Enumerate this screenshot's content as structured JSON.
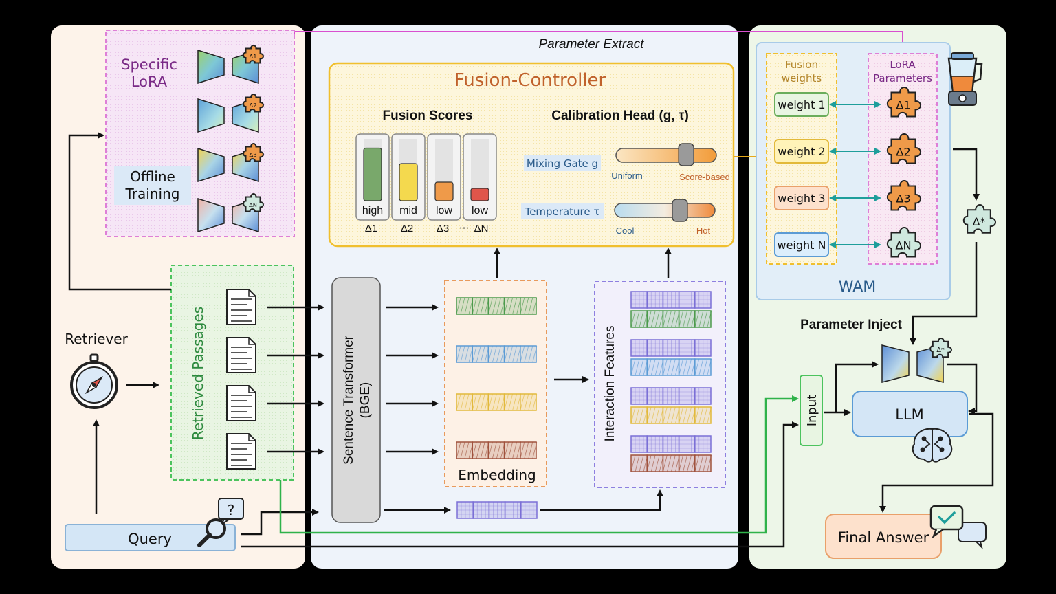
{
  "top_label": "Parameter Extract",
  "left": {
    "specific_lora": [
      "Specific",
      "LoRA"
    ],
    "offline_training": [
      "Offline",
      "Training"
    ],
    "lora_tags": [
      "Δ1",
      "Δ2",
      "Δ3",
      "ΔN"
    ],
    "retriever": "Retriever",
    "retrieved_passages": "Retrieved Passages",
    "query": "Query",
    "query_mark": "?"
  },
  "middle": {
    "fusion_controller": "Fusion-Controller",
    "fusion_scores": "Fusion Scores",
    "bars": [
      {
        "label": "high",
        "delta": "Δ1",
        "level": 0.85,
        "color": "#79a86b"
      },
      {
        "label": "mid",
        "delta": "Δ2",
        "level": 0.6,
        "color": "#f4d94e"
      },
      {
        "label": "low",
        "delta": "Δ3",
        "level": 0.3,
        "color": "#ef9a49"
      },
      {
        "label": "low",
        "delta": "ΔN",
        "level": 0.2,
        "color": "#e0554a"
      }
    ],
    "bar_ellipsis": "···",
    "calibration_head": "Calibration Head (g, τ)",
    "mixing_gate": "Mixing Gate g",
    "uniform": "Uniform",
    "score_based": "Score-based",
    "mixing_level": 0.7,
    "temperature": "Temperature τ",
    "cool": "Cool",
    "hot": "Hot",
    "temperature_level": 0.65,
    "sentence_transformer": [
      "Sentence Transformer",
      "(BGE)"
    ],
    "embedding": "Embedding",
    "interaction_features": "Interaction Features",
    "embedding_colors": [
      "#4c9a4c",
      "#5b9bd5",
      "#e2b93b",
      "#a0523d"
    ],
    "query_embedding_color": "#7b6fd6",
    "interaction_pairs": [
      [
        "#7b6fd6",
        "#4c9a4c"
      ],
      [
        "#7b6fd6",
        "#5b9bd5"
      ],
      [
        "#7b6fd6",
        "#e2b93b"
      ],
      [
        "#7b6fd6",
        "#a0523d"
      ]
    ]
  },
  "right": {
    "fusion_weights": [
      "Fusion",
      "weights"
    ],
    "lora_parameters": [
      "LoRA",
      "Parameters"
    ],
    "weights": [
      {
        "label": "weight 1",
        "bg": "#e8f5e2",
        "border": "#6aad5b",
        "delta": "Δ1"
      },
      {
        "label": "weight 2",
        "bg": "#fff3b8",
        "border": "#e2b93b",
        "delta": "Δ2"
      },
      {
        "label": "weight 3",
        "bg": "#fde1cc",
        "border": "#e9a06a",
        "delta": "Δ3"
      },
      {
        "label": "weight N",
        "bg": "#dceefc",
        "border": "#5b9bd5",
        "delta": "ΔN"
      }
    ],
    "wam": "WAM",
    "delta_star": "Δ*",
    "parameter_inject": "Parameter Inject",
    "input": "Input",
    "llm": "LLM",
    "final_answer": "Final Answer"
  },
  "colors": {
    "left_panel": "#fdf3ea",
    "middle_panel": "#eef3fa",
    "right_panel": "#edf6e8",
    "fusion_title": "#c0612b",
    "lora_box": "#de7fd7",
    "passage_box": "#4cc35e",
    "embedding_box": "#e89a5c",
    "interaction_box": "#8e7fe0",
    "controller_border": "#f0bf2e",
    "teal": "#1e9e9b",
    "magenta": "#d94fcf",
    "green_line": "#2fb24a"
  }
}
